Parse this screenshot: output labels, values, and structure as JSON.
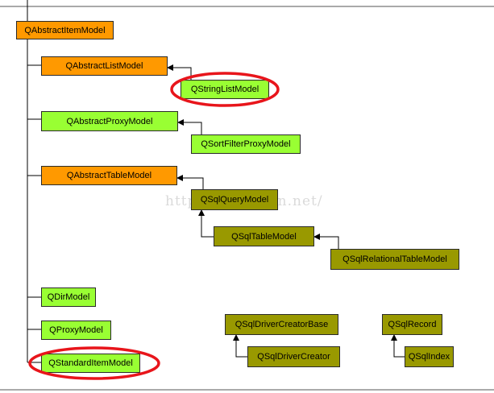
{
  "watermark": "http://blog.csdn.net/",
  "colors": {
    "abstract_base": "#ff9900",
    "gui_model": "#99ff33",
    "sql_class": "#999900",
    "highlight_ellipse": "#e8151b",
    "connector": "#000000"
  },
  "nodes": {
    "abstract_item_model": "QAbstractItemModel",
    "abstract_list_model": "QAbstractListModel",
    "string_list_model": "QStringListModel",
    "abstract_proxy_model": "QAbstractProxyModel",
    "sort_filter_proxy_model": "QSortFilterProxyModel",
    "abstract_table_model": "QAbstractTableModel",
    "sql_query_model": "QSqlQueryModel",
    "sql_table_model": "QSqlTableModel",
    "sql_relational_table_model": "QSqlRelationalTableModel",
    "dir_model": "QDirModel",
    "proxy_model": "QProxyModel",
    "standard_item_model": "QStandardItemModel",
    "sql_driver_creator_base": "QSqlDriverCreatorBase",
    "sql_driver_creator": "QSqlDriverCreator",
    "sql_record": "QSqlRecord",
    "sql_index": "QSqlIndex"
  }
}
